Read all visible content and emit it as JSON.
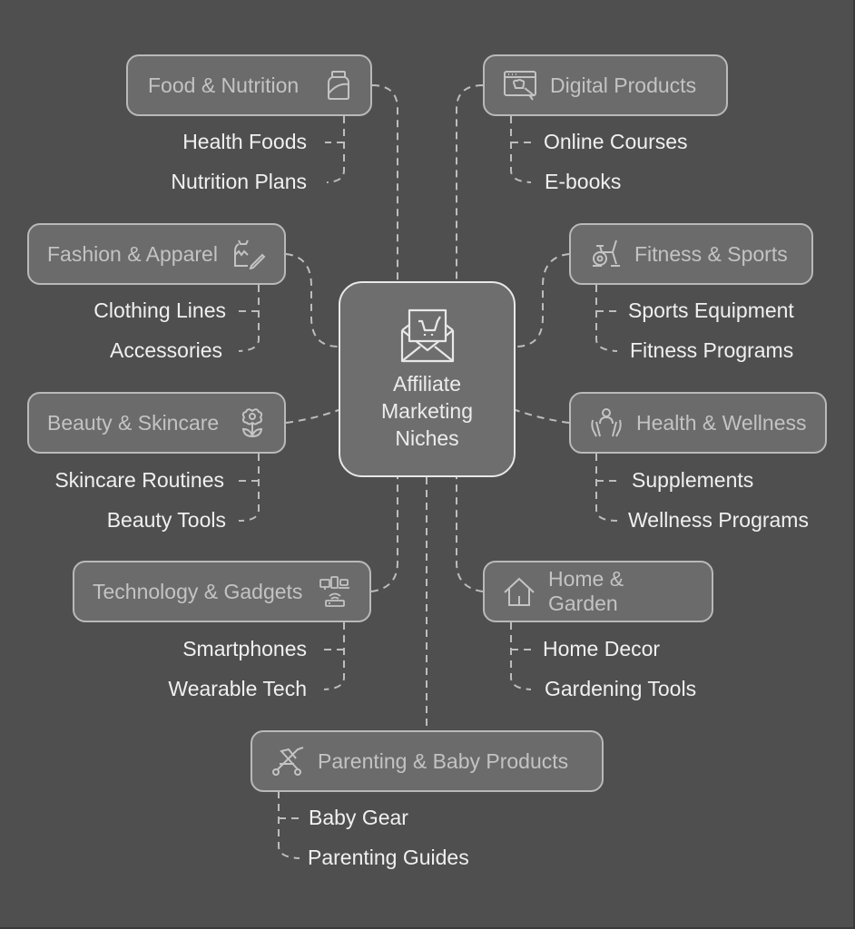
{
  "diagram": {
    "center": {
      "label_lines": [
        "Affiliate",
        "Marketing",
        "Niches"
      ],
      "icon": "envelope-cart-icon"
    },
    "nodes": [
      {
        "id": "food",
        "label": "Food & Nutrition",
        "icon": "jar-icon",
        "children": [
          "Health Foods",
          "Nutrition Plans"
        ]
      },
      {
        "id": "digital",
        "label": "Digital Products",
        "icon": "browser-cursor-icon",
        "children": [
          "Online Courses",
          "E-books"
        ]
      },
      {
        "id": "fashion",
        "label": "Fashion & Apparel",
        "icon": "dress-pencil-icon",
        "children": [
          "Clothing Lines",
          "Accessories"
        ]
      },
      {
        "id": "fitness",
        "label": "Fitness & Sports",
        "icon": "exercise-bike-icon",
        "children": [
          "Sports Equipment",
          "Fitness Programs"
        ]
      },
      {
        "id": "beauty",
        "label": "Beauty & Skincare",
        "icon": "flower-icon",
        "children": [
          "Skincare Routines",
          "Beauty Tools"
        ]
      },
      {
        "id": "health",
        "label": "Health & Wellness",
        "icon": "person-hands-icon",
        "children": [
          "Supplements",
          "Wellness Programs"
        ]
      },
      {
        "id": "tech",
        "label": "Technology & Gadgets",
        "icon": "devices-router-icon",
        "children": [
          "Smartphones",
          "Wearable Tech"
        ]
      },
      {
        "id": "home",
        "label": "Home & Garden",
        "icon": "house-icon",
        "children": [
          "Home Decor",
          "Gardening Tools"
        ]
      },
      {
        "id": "parenting",
        "label": "Parenting & Baby Products",
        "icon": "stroller-icon",
        "children": [
          "Baby Gear",
          "Parenting Guides"
        ]
      }
    ]
  },
  "colors": {
    "background": "#4f4f4f",
    "node_fill": "#6b6b6b",
    "node_border": "#b9b9b9",
    "node_text": "#c3c3c3",
    "sub_text": "#f0f0f0",
    "center_border": "#e8e8e8",
    "connector": "#bdbdbd"
  }
}
